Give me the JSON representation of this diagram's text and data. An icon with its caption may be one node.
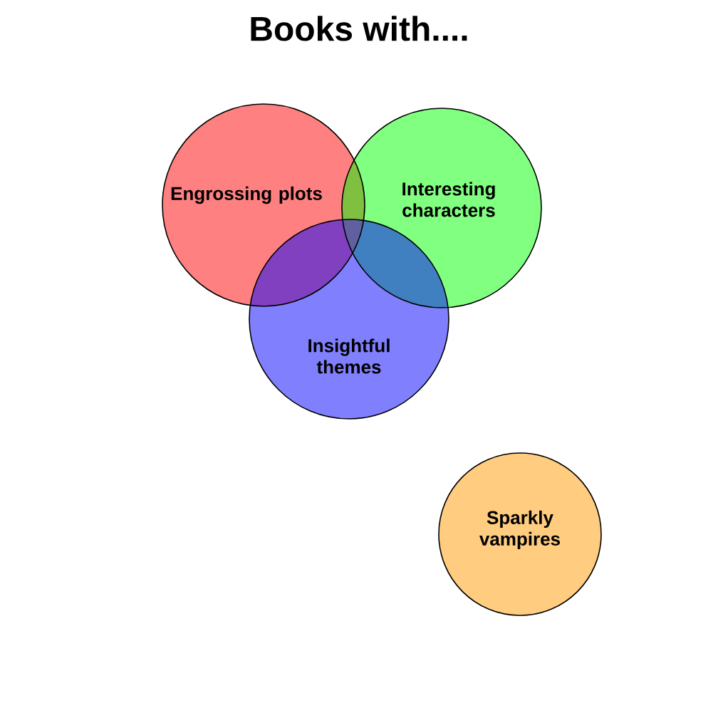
{
  "diagram": {
    "title": "Books with....",
    "nodes": [
      {
        "text": [
          "Engrossing plots"
        ]
      },
      {
        "text": [
          "Interesting characters"
        ]
      },
      {
        "text": [
          "Insightful themes"
        ]
      },
      {
        "text": [
          "Sparkly vampires"
        ]
      }
    ]
  }
}
